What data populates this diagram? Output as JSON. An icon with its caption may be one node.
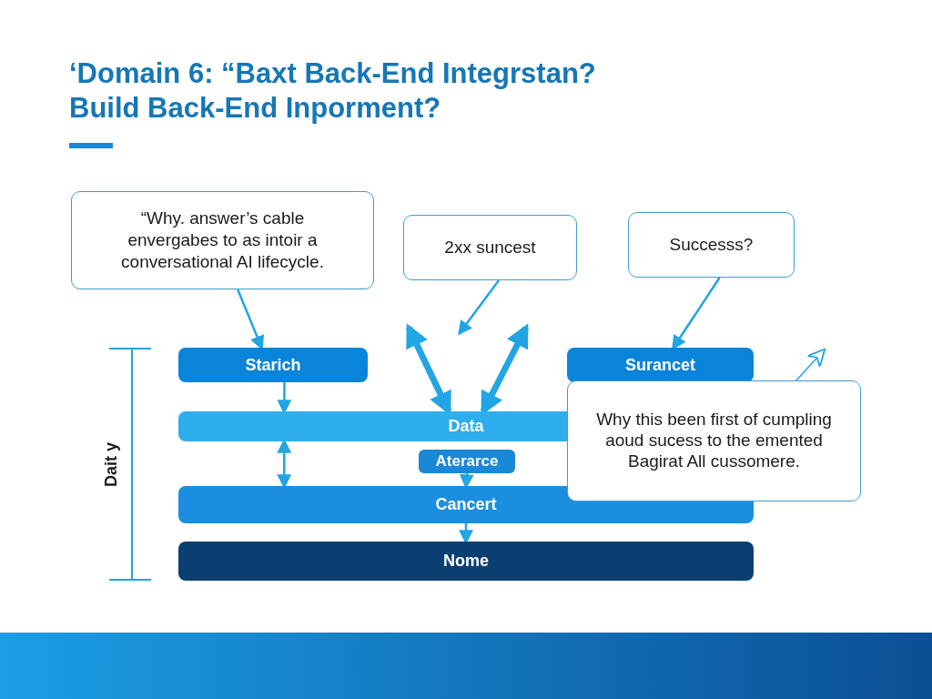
{
  "diagram": {
    "title": "‘Domain 6: “Baxt Back-End Integrstan? Build Back-End Inporment?",
    "nodes": [
      {
        "text": [
          "“Why. answer’s cable envergabes to as intoir a conversational AI lifecycle."
        ]
      },
      {
        "text": [
          "2xx suncest"
        ]
      },
      {
        "text": [
          "Successs?"
        ]
      },
      {
        "text": [
          "Starich"
        ]
      },
      {
        "text": [
          "Surancet"
        ]
      },
      {
        "text": [
          "Data"
        ]
      },
      {
        "text": [
          "Aterarce"
        ]
      },
      {
        "text": [
          "Cancert"
        ]
      },
      {
        "text": [
          "Nome"
        ]
      },
      {
        "text": [
          "Why this been first of cumpling aoud sucess to the emented Bagirat All cussomere."
        ]
      }
    ],
    "edges": [
      {
        "from": 0,
        "to": 3,
        "arrow": "to"
      },
      {
        "from": 1,
        "to": null,
        "arrow": "to"
      },
      {
        "from": 2,
        "to": 4,
        "arrow": "to"
      },
      {
        "from": null,
        "to": 5,
        "arrow": "both",
        "style": "thick"
      },
      {
        "from": null,
        "to": 5,
        "arrow": "both",
        "style": "thick"
      },
      {
        "from": 3,
        "to": 5,
        "arrow": "to"
      },
      {
        "from": 5,
        "to": 7,
        "arrow": "both"
      },
      {
        "from": 6,
        "to": 7,
        "arrow": "to"
      },
      {
        "from": 7,
        "to": 8,
        "arrow": "to"
      },
      {
        "from": 9,
        "to": null,
        "arrow": "to"
      }
    ],
    "labels": [
      "Dait y"
    ]
  }
}
